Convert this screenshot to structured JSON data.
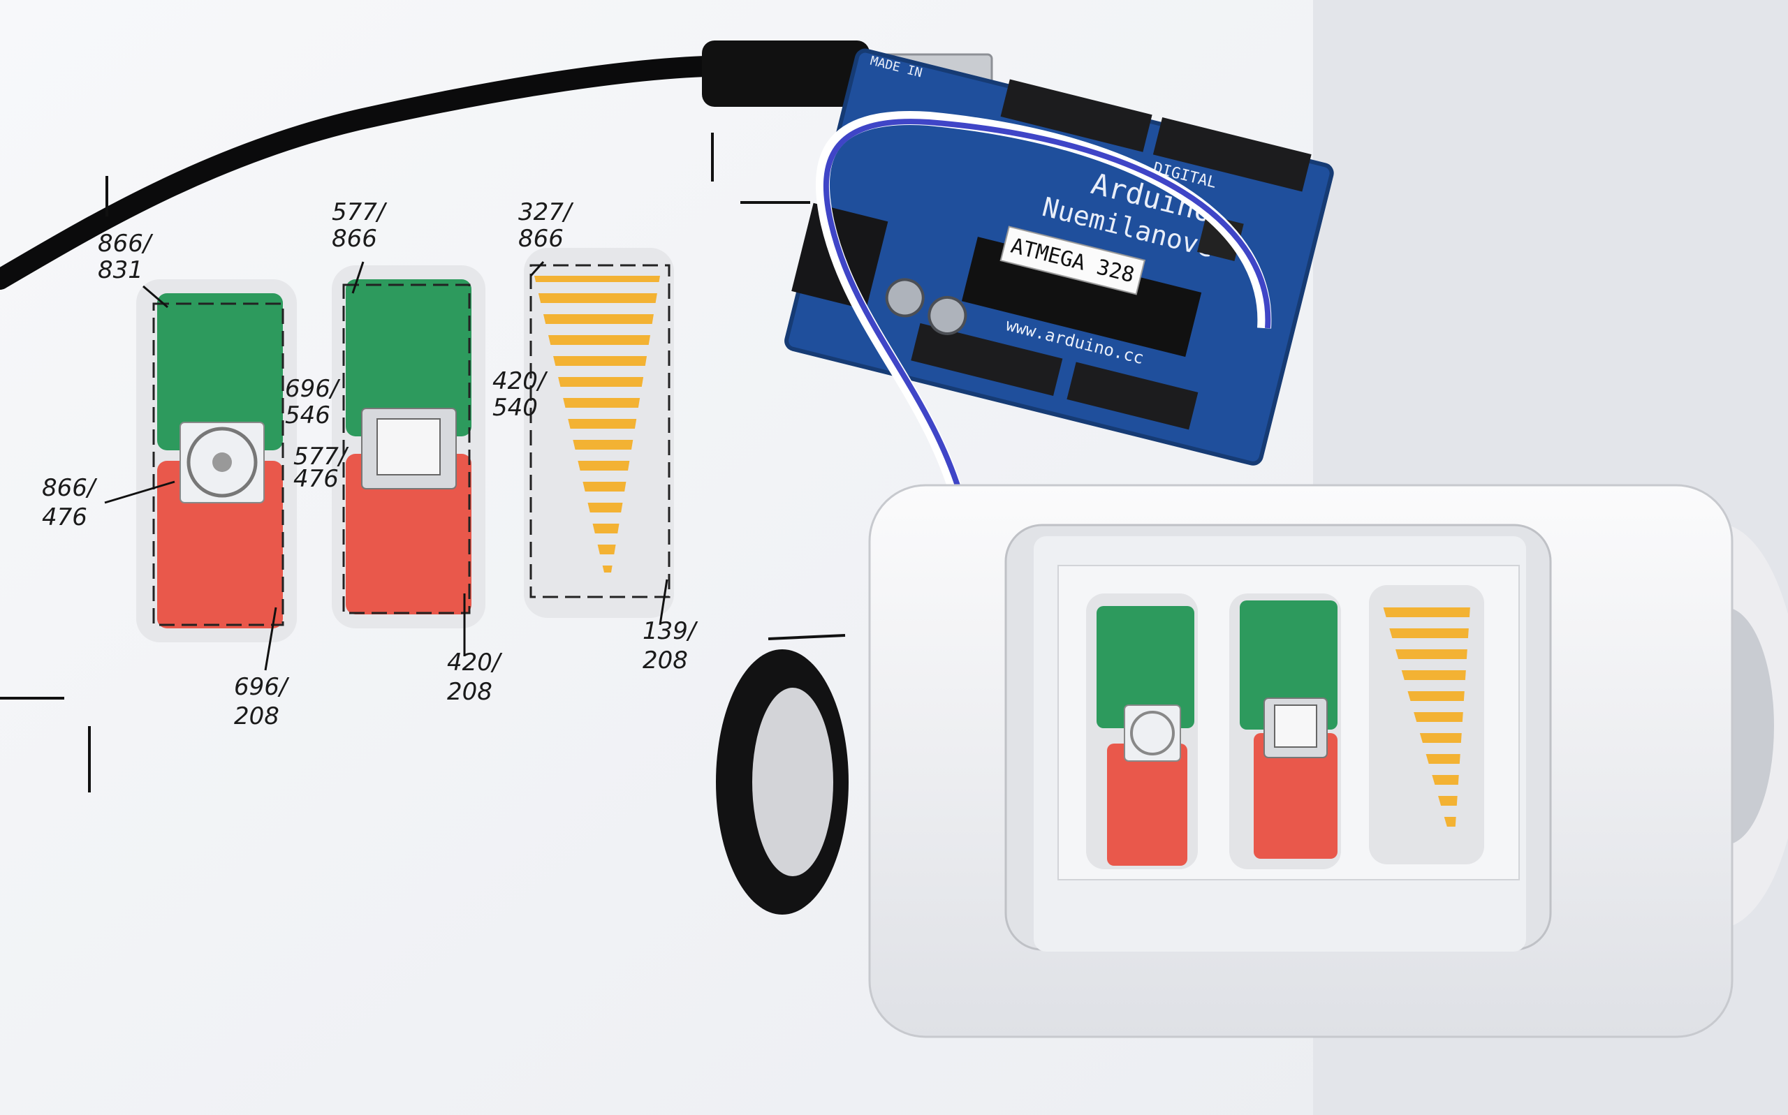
{
  "photo": {
    "paper_bg": "#f4f5f7",
    "desk_bg": "#dadce2",
    "arduino": {
      "title": "Arduino",
      "subtitle": "Nuemilanove",
      "chip": "ATMEGA 328",
      "url": "www.arduino.cc",
      "digital_label": "DIGITAL",
      "made_in": "MADE IN",
      "board_color": "#1f4f9c"
    },
    "sketch": {
      "green": "#2d9a5d",
      "red": "#e9584b",
      "yellow": "#f3b233",
      "notes": [
        {
          "a": "866/",
          "b": "831"
        },
        {
          "a": "577/",
          "b": "866"
        },
        {
          "a": "327/",
          "b": "866"
        },
        {
          "a": "696/",
          "b": "546"
        },
        {
          "a": "420/",
          "b": "540"
        },
        {
          "a": "577/",
          "b": "476"
        },
        {
          "a": "866/",
          "b": "476"
        },
        {
          "a": "696/",
          "b": "208"
        },
        {
          "a": "420/",
          "b": "208"
        },
        {
          "a": "139/",
          "b": "208"
        }
      ]
    }
  }
}
